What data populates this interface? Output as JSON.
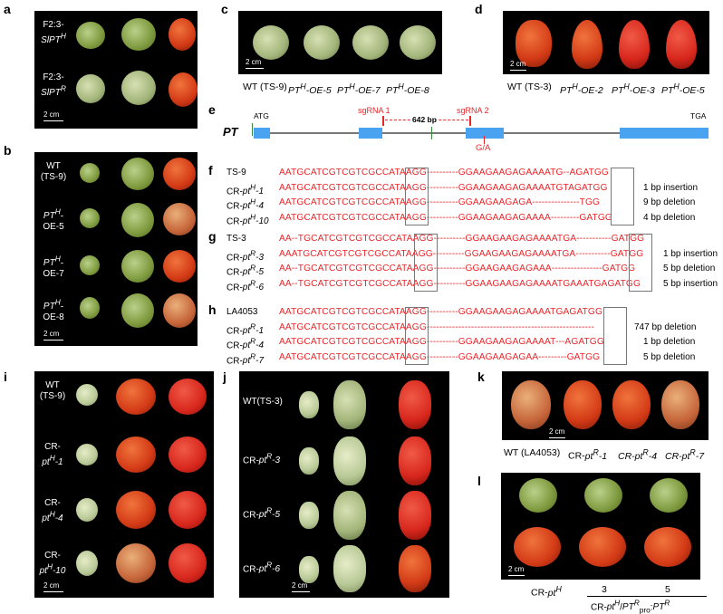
{
  "panels": {
    "a": {
      "letter": "a",
      "rows": [
        "F2:3-SlPT^H",
        "F2:3-SlPT^R"
      ],
      "scale": "2 cm"
    },
    "b": {
      "letter": "b",
      "rows": [
        "WT (TS-9)",
        "PT^H-OE-5",
        "PT^H-OE-7",
        "PT^H-OE-8"
      ],
      "scale": "2 cm"
    },
    "c": {
      "letter": "c",
      "labels": [
        "WT (TS-9)",
        "PT^H-OE-5",
        "PT^H-OE-7",
        "PT^H-OE-8"
      ],
      "scale": "2 cm"
    },
    "d": {
      "letter": "d",
      "labels": [
        "WT (TS-3)",
        "PT^H-OE-2",
        "PT^H-OE-3",
        "PT^H-OE-5"
      ],
      "scale": "2 cm"
    },
    "e": {
      "letter": "e",
      "gene": "PT",
      "atg": "ATG",
      "tga": "TGA",
      "sg1": "sgRNA 1",
      "sg2": "sgRNA 2",
      "dist": "642 bp",
      "snp": "G/A"
    },
    "f": {
      "letter": "f",
      "rows": [
        {
          "name": "TS-9",
          "seq": "AATGCATCGTCGTCGCCATAAGG----------GGAAGAAGAGAAAATG--AGATGG",
          "mut": ""
        },
        {
          "name": "CR-pt^H-1",
          "seq": "AATGCATCGTCGTCGCCATAAGG----------GGAAGAAGAGAAAATGTAGATGG",
          "mut": "1 bp insertion"
        },
        {
          "name": "CR-pt^H-4",
          "seq": "AATGCATCGTCGTCGCCATAAGG----------GGAAGAAGAGA---------------TGG",
          "mut": "9 bp deletion"
        },
        {
          "name": "CR-pt^H-10",
          "seq": "AATGCATCGTCGTCGCCATAAGG----------GGAAGAAGAGAAAA---------GATGG",
          "mut": "4 bp deletion"
        }
      ]
    },
    "g": {
      "letter": "g",
      "rows": [
        {
          "name": "TS-3",
          "seq": "AA--TGCATCGTCGTCGCCATAAGG----------GGAAGAAGAGAAAATGA-----------GATGG",
          "mut": ""
        },
        {
          "name": "CR-pt^R-3",
          "seq": "AAATGCATCGTCGTCGCCATAAGG----------GGAAGAAGAGAAAATGA-----------GATGG",
          "mut": "1 bp insertion"
        },
        {
          "name": "CR-pt^R-5",
          "seq": "AA--TGCATCGTCGTCGCCATAAGG----------GGAAGAAGAGAAA----------------GATGG",
          "mut": "5 bp deletion"
        },
        {
          "name": "CR-pt^R-6",
          "seq": "AA--TGCATCGTCGTCGCCATAAGG----------GGAAGAAGAGAAAATGAAATGAGATGG",
          "mut": "5 bp insertion"
        }
      ]
    },
    "h": {
      "letter": "h",
      "rows": [
        {
          "name": "LA4053",
          "seq": "AATGCATCGTCGTCGCCATAAGG----------GGAAGAAGAGAAAATGAGATGG",
          "mut": ""
        },
        {
          "name": "CR-pt^R-1",
          "seq": "AATGCATCGTCGTCGCCATAAGG-----------------------------------------------------",
          "mut": "747 bp deletion"
        },
        {
          "name": "CR-pt^R-4",
          "seq": "AATGCATCGTCGTCGCCATAAGG----------GGAAGAAGAGAAAAT---AGATGG",
          "mut": "1 bp deletion"
        },
        {
          "name": "CR-pt^R-7",
          "seq": "AATGCATCGTCGTCGCCATAAGG----------GGAAGAAGAGAA---------GATGG",
          "mut": "5 bp deletion"
        }
      ]
    },
    "i": {
      "letter": "i",
      "rows": [
        "WT (TS-9)",
        "CR-pt^H-1",
        "CR-pt^H-4",
        "CR-pt^H-10"
      ],
      "scale": "2 cm"
    },
    "j": {
      "letter": "j",
      "rows": [
        "WT(TS-3)",
        "CR-pt^R-3",
        "CR-pt^R-5",
        "CR-pt^R-6"
      ],
      "scale": "2 cm"
    },
    "k": {
      "letter": "k",
      "labels": [
        "WT (LA4053)",
        "CR-pt^R-1",
        "CR-pt^R-4",
        "CR-pt^R-7"
      ],
      "scale": "2 cm"
    },
    "l": {
      "letter": "l",
      "left": "CR-pt^H",
      "n1": "3",
      "n2": "5",
      "bottom": "CR-pt^H/PT^R_pro:PT^R",
      "scale": "2 cm"
    }
  }
}
